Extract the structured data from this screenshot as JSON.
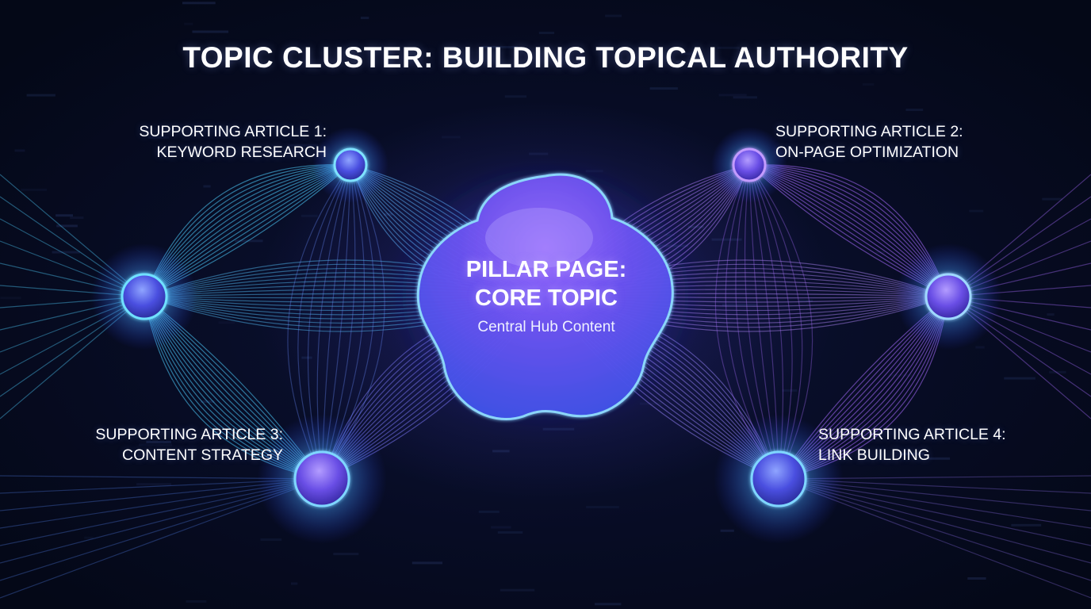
{
  "title": "TOPIC CLUSTER: BUILDING TOPICAL AUTHORITY",
  "pillar": {
    "title_line1": "PILLAR PAGE:",
    "title_line2": "CORE TOPIC",
    "subtitle": "Central Hub Content"
  },
  "articles": [
    {
      "line1": "SUPPORTING ARTICLE 1:",
      "line2": "KEYWORD RESEARCH"
    },
    {
      "line1": "SUPPORTING ARTICLE 2:",
      "line2": "ON-PAGE OPTIMIZATION"
    },
    {
      "line1": "SUPPORTING ARTICLE 3:",
      "line2": "CONTENT STRATEGY"
    },
    {
      "line1": "SUPPORTING ARTICLE 4:",
      "line2": "LINK BUILDING"
    }
  ],
  "colors": {
    "background": "#050a1c",
    "cyan_glow": "#4fd8ff",
    "blue_node": "#4a6bff",
    "violet": "#a064ff",
    "magenta_glow": "#c77dff"
  }
}
